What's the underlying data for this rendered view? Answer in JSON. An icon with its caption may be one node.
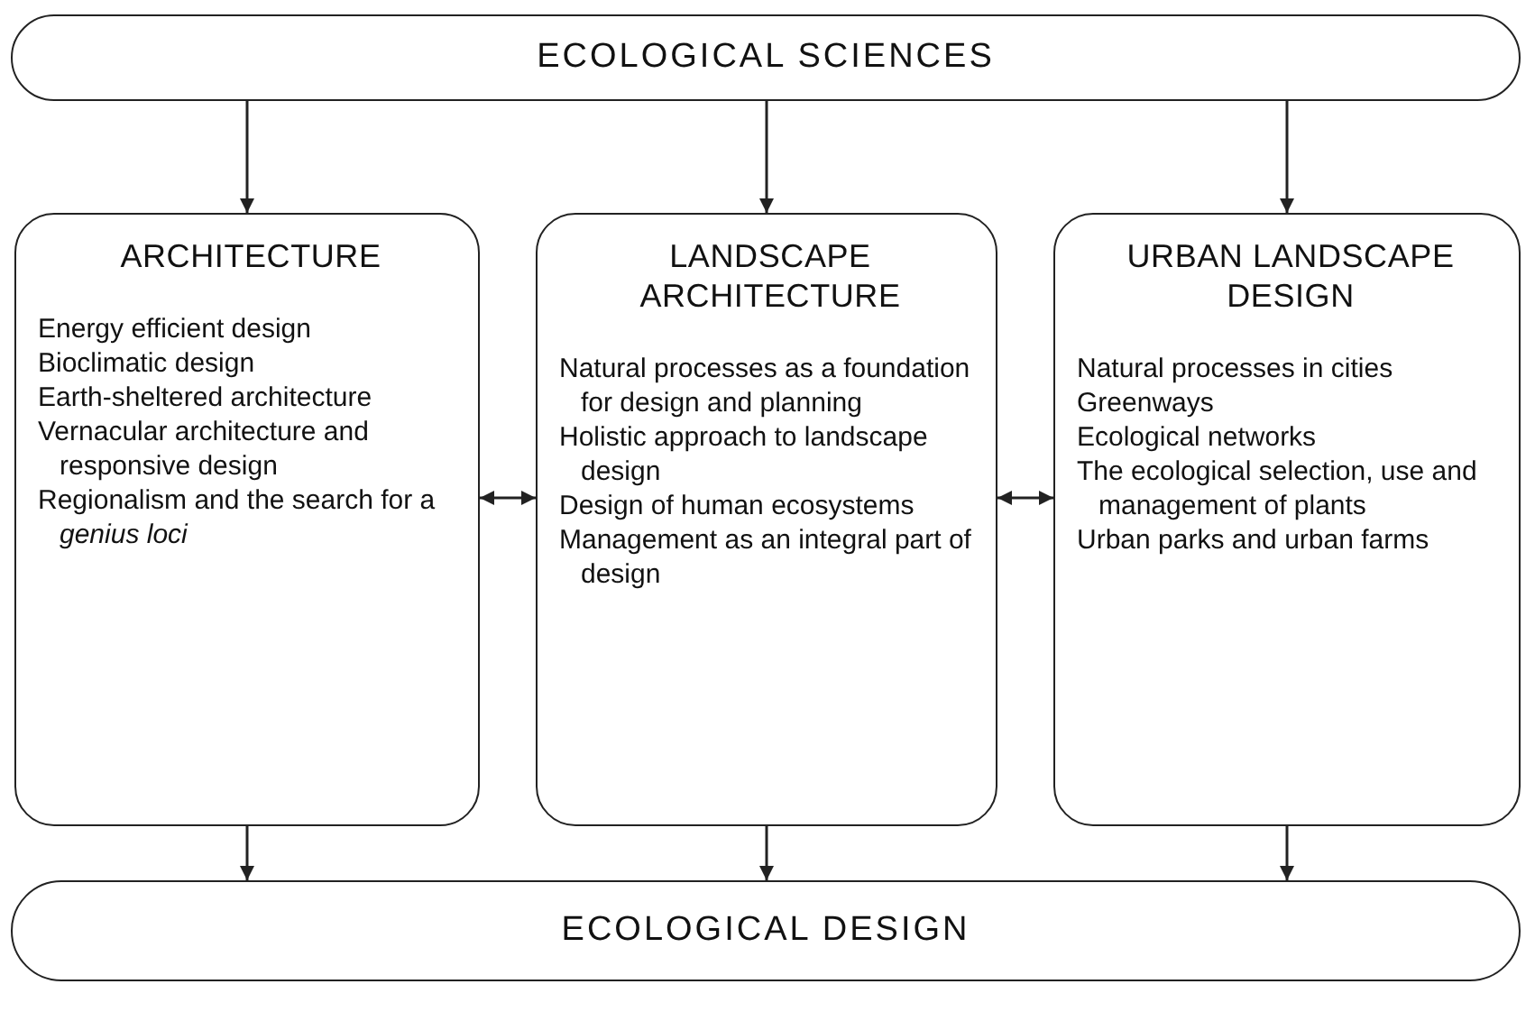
{
  "diagram": {
    "nodes": [
      {
        "text": [
          "ECOLOGICAL SCIENCES"
        ]
      },
      {
        "text": [
          "ARCHITECTURE",
          "Energy efficient design",
          "Bioclimatic design",
          "Earth-sheltered architecture",
          "Vernacular architecture and responsive design",
          "Regionalism and the search for a *genius loci*"
        ]
      },
      {
        "text": [
          "LANDSCAPE ARCHITECTURE",
          "Natural processes as a foundation for design and planning",
          "Holistic approach to landscape design",
          "Design of human ecosystems",
          "Management as an integral part of design"
        ]
      },
      {
        "text": [
          "URBAN LANDSCAPE DESIGN",
          "Natural processes in cities",
          "Greenways",
          "Ecological networks",
          "The ecological selection, use and management of plants",
          "Urban parks and urban farms"
        ]
      },
      {
        "text": [
          "ECOLOGICAL DESIGN"
        ]
      }
    ],
    "edges": [
      {
        "from": 0,
        "to": 1,
        "arrow": "to"
      },
      {
        "from": 0,
        "to": 2,
        "arrow": "to"
      },
      {
        "from": 0,
        "to": 3,
        "arrow": "to"
      },
      {
        "from": 1,
        "to": 2,
        "arrow": "both"
      },
      {
        "from": 2,
        "to": 3,
        "arrow": "both"
      },
      {
        "from": 1,
        "to": 4,
        "arrow": "to"
      },
      {
        "from": 2,
        "to": 4,
        "arrow": "to"
      },
      {
        "from": 3,
        "to": 4,
        "arrow": "to"
      }
    ]
  }
}
